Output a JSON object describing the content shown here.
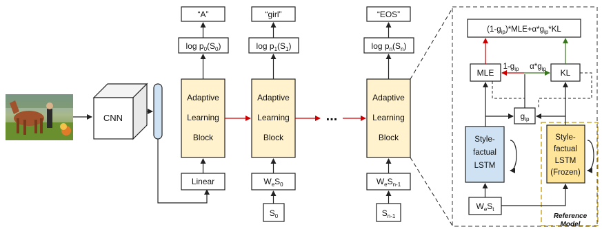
{
  "inputs": {
    "cnn_label": "CNN"
  },
  "columns": [
    {
      "output": "“A”",
      "logprob": {
        "base": "log p",
        "sub": "0",
        "mid": "(S",
        "sub2": "0",
        "end": ")"
      },
      "block": [
        "Adaptive",
        "Learning",
        "Block"
      ],
      "embed": {
        "main": "Linear"
      }
    },
    {
      "output": "“girl”",
      "logprob": {
        "base": "log p",
        "sub": "1",
        "mid": "(S",
        "sub2": "1",
        "end": ")"
      },
      "block": [
        "Adaptive",
        "Learning",
        "Block"
      ],
      "embed": {
        "main": "W",
        "sub": "e",
        "main2": "S",
        "sub2": "0"
      },
      "token": {
        "main": "S",
        "sub": "0"
      }
    },
    {
      "output": "“EOS”",
      "logprob": {
        "base": "log p",
        "sub": "n",
        "mid": "(S",
        "sub2": "n",
        "end": ")"
      },
      "block": [
        "Adaptive",
        "Learning",
        "Block"
      ],
      "embed": {
        "main": "W",
        "sub": "e",
        "main2": "S",
        "sub2": "n-1"
      },
      "token": {
        "main": "S",
        "sub": "n-1"
      }
    }
  ],
  "ellipsis": "...",
  "detail": {
    "loss": {
      "p1": "(1-g",
      "s1": "ip",
      "p2": ")*MLE+α*g",
      "s2": "ip",
      "p3": "*KL"
    },
    "mle": "MLE",
    "kl": "KL",
    "left_weight": {
      "p": "1-g",
      "s": "ip"
    },
    "right_weight": {
      "p": "α*g",
      "s": "ip"
    },
    "gate": {
      "p": "g",
      "s": "ip"
    },
    "lstm_left": [
      "Style-",
      "factual",
      "LSTM"
    ],
    "lstm_right": [
      "Style-",
      "factual",
      "LSTM",
      "(Frozen)"
    ],
    "embed": {
      "main": "W",
      "sub": "e",
      "main2": "S",
      "sub2": "t"
    },
    "reference_label": [
      "Reference",
      "Model"
    ]
  },
  "colors": {
    "block_fill": "#fff2cc",
    "blue_fill": "#cfe2f3",
    "yellow_fill": "#ffe599",
    "red_arrow": "#cc0000",
    "green_arrow": "#38761d",
    "ref_border": "#c79a00"
  }
}
